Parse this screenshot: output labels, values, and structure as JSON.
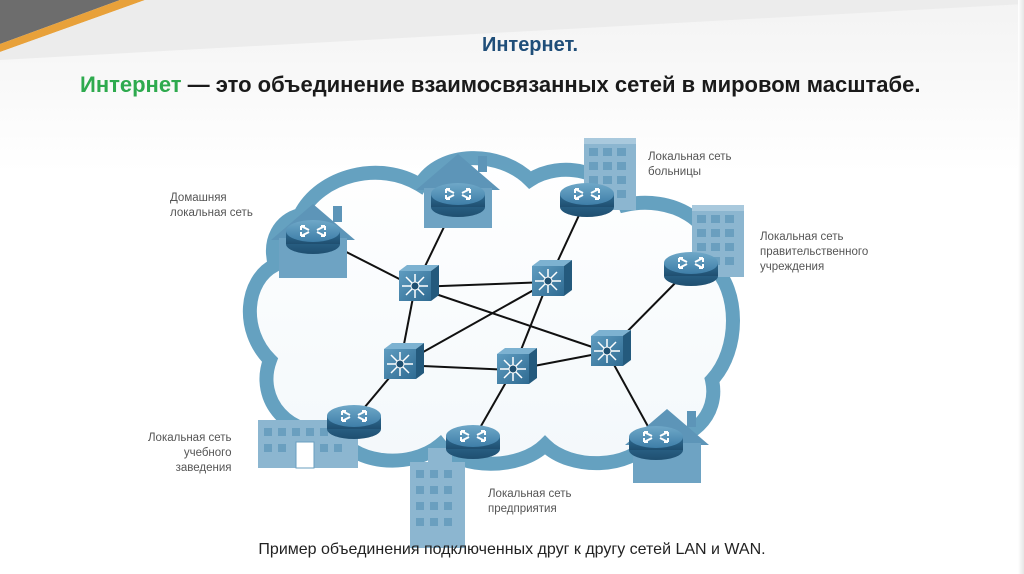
{
  "slide": {
    "title": "Интернет.",
    "lead_keyword": "Интернет",
    "lead_rest": " — это объединение взаимосвязанных сетей в мировом масштабе.",
    "caption": "Пример объединения подключенных друг к другу сетей LAN и WAN."
  },
  "diagram": {
    "labels": {
      "home": [
        "Домашняя",
        "локальная сеть"
      ],
      "hospital": [
        "Локальная сеть",
        "больницы"
      ],
      "government": [
        "Локальная сеть",
        "правительственного",
        "учреждения"
      ],
      "school": [
        "Локальная сеть",
        "учебного",
        "заведения"
      ],
      "enterprise": [
        "Локальная сеть",
        "предприятия"
      ]
    }
  },
  "colors": {
    "accent_title": "#1f4e79",
    "keyword": "#2eaa4e",
    "cloud_stroke": "#5d9cbd",
    "device": "#3e7ea8",
    "building": "#8cb6d0",
    "corner_orange": "#e8a13a",
    "corner_gray": "#6d6d6d"
  }
}
